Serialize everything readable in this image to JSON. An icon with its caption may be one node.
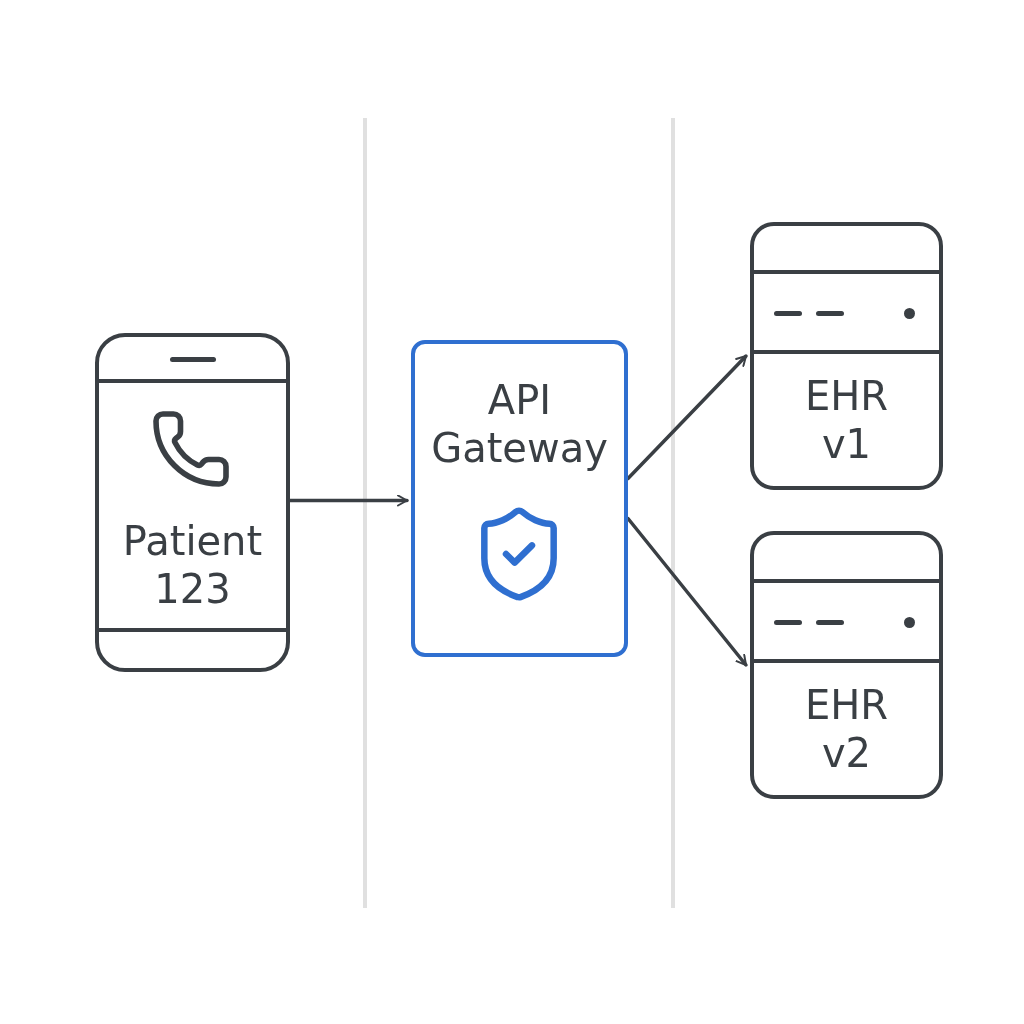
{
  "diagram": {
    "nodes": [
      {
        "text": [
          "Patient 123"
        ]
      },
      {
        "text": [
          "API Gateway"
        ]
      },
      {
        "text": [
          "EHR v1"
        ]
      },
      {
        "text": [
          "EHR v2"
        ]
      }
    ],
    "edges": [
      {
        "from": 0,
        "to": 1,
        "arrow": "to"
      },
      {
        "from": 1,
        "to": 2,
        "arrow": "to"
      },
      {
        "from": 1,
        "to": 3,
        "arrow": "to"
      }
    ]
  }
}
